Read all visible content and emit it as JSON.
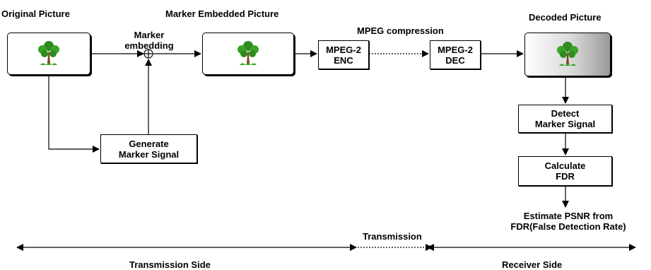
{
  "labels": {
    "original_picture": "Original Picture",
    "marker_embedded_picture": "Marker Embedded Picture",
    "decoded_picture": "Decoded Picture",
    "mpeg_compression": "MPEG compression",
    "marker_embedding_1": "Marker",
    "marker_embedding_2": "embedding",
    "estimate_1": "Estimate PSNR from",
    "estimate_2": "FDR(False Detection Rate)",
    "transmission": "Transmission",
    "transmission_side": "Transmission Side",
    "receiver_side": "Receiver Side"
  },
  "boxes": {
    "generate_1": "Generate",
    "generate_2": "Marker Signal",
    "enc_1": "MPEG-2",
    "enc_2": "ENC",
    "dec_1": "MPEG-2",
    "dec_2": "DEC",
    "detect_1": "Detect",
    "detect_2": "Marker Signal",
    "calc_1": "Calculate",
    "calc_2": "FDR"
  },
  "icons": {
    "tree": "tree-icon",
    "adder": "circle-plus-icon"
  }
}
